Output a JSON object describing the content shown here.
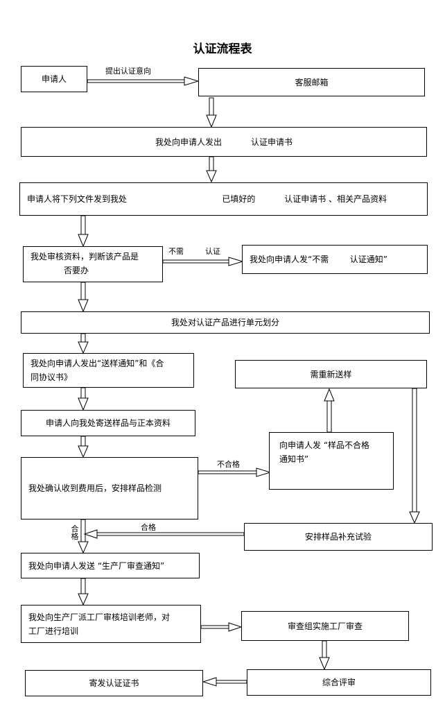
{
  "title": "认证流程表",
  "nodes": {
    "applicant": "申请人",
    "service_mailbox": "客服邮箱",
    "send_application_form": "我处向申请人发出           认证申请书",
    "applicant_send_files": "申请人将下列文件发到我处                                    已填好的           认证申请书 、相关产品资料",
    "review_materials_line1": "我处审核资料，判断该产品是",
    "review_materials_line2": "否要办",
    "no_cert_notice": "我处向申请人发“不需        认证通知”",
    "unit_division": "我处对认证产品进行单元划分",
    "sample_notice_line1": "我处向申请人发出“送样通知”和《合",
    "sample_notice_line2": "同协议书》",
    "resend_sample": "需重新送样",
    "applicant_send_samples": "申请人向我处寄送样品与正本资料",
    "unqualified_notice_line1": "向申请人发 “样品不合格",
    "unqualified_notice_line2": "通知书”",
    "arrange_testing": "我处确认收到费用后，安排样品检测",
    "supplementary_test": "安排样品补充试验",
    "factory_review_notice": "我处向申请人发送 “生产厂审查通知”",
    "send_trainer_line1": "我处向生产厂派工厂审核培训老师，对",
    "send_trainer_line2": "工厂进行培训",
    "factory_review": "审查组实施工厂审查",
    "comprehensive_evaluation": "综合评审",
    "issue_certificate": "寄发认证证书"
  },
  "edge_labels": {
    "submit_intent": "提出认证意向",
    "not_needed_1": "不需",
    "not_needed_2": "认证",
    "unqualified": "不合格",
    "qualified": "合格",
    "qualified_vertical": "合格"
  }
}
